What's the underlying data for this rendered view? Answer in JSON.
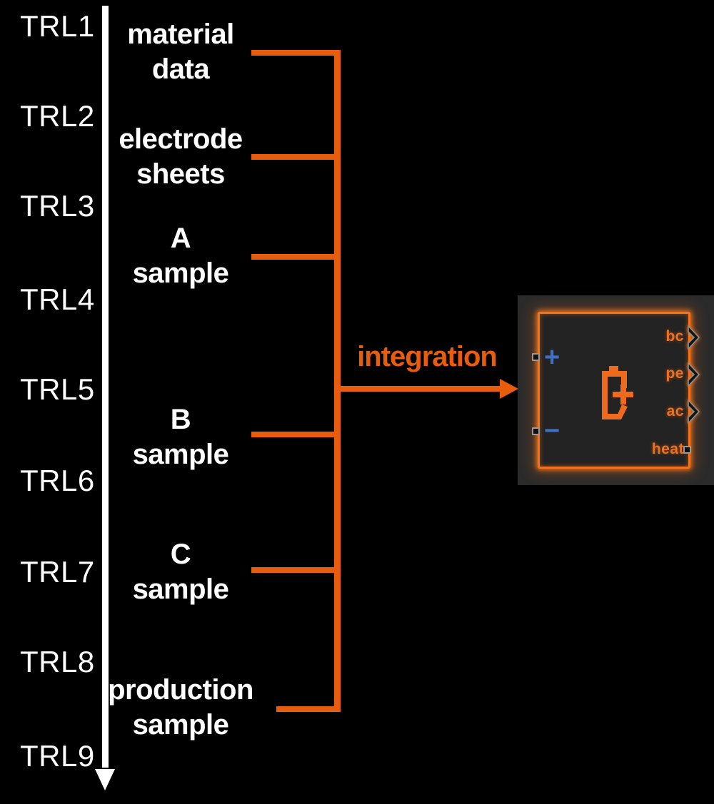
{
  "trl_axis": {
    "labels": [
      "TRL1",
      "TRL2",
      "TRL3",
      "TRL4",
      "TRL5",
      "TRL6",
      "TRL7",
      "TRL8",
      "TRL9"
    ]
  },
  "stages": [
    {
      "line1": "material",
      "line2": "data"
    },
    {
      "line1": "electrode",
      "line2": "sheets"
    },
    {
      "line1": "A",
      "line2": "sample"
    },
    {
      "line1": "B",
      "line2": "sample"
    },
    {
      "line1": "C",
      "line2": "sample"
    },
    {
      "line1": "production",
      "line2": "sample"
    }
  ],
  "integration": {
    "label": "integration"
  },
  "battery_block": {
    "left_ports": [
      {
        "label": "+"
      },
      {
        "label": "−"
      }
    ],
    "right_ports": [
      {
        "label": "bc"
      },
      {
        "label": "pe"
      },
      {
        "label": "ac"
      },
      {
        "label": "heat"
      }
    ]
  },
  "colors": {
    "background": "#000000",
    "white": "#FFFFFF",
    "diagram_orange": "#E85C0E",
    "block_orange": "#F4721B",
    "port_label_orange": "#ED7020",
    "terminal_blue": "#3E70C6",
    "panel_gray": "#2B2B2B",
    "block_background": "#232323"
  }
}
